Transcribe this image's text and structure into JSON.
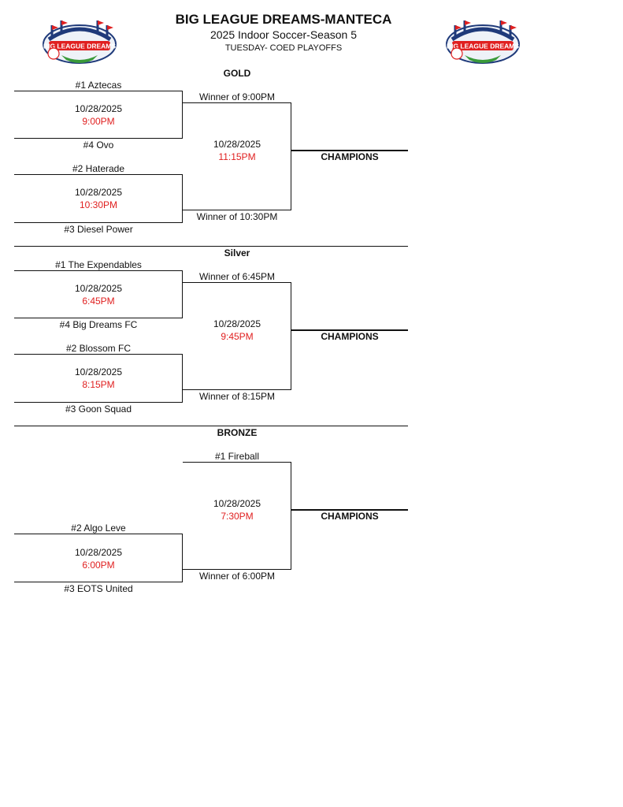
{
  "header": {
    "title": "BIG LEAGUE DREAMS-MANTECA",
    "subtitle": "2025 Indoor Soccer-Season 5",
    "subtitle2": "TUESDAY- COED PLAYOFFS",
    "logo_text": "BIG LEAGUE DREAMS"
  },
  "colors": {
    "red": "#e02020",
    "navy": "#1f3a7a",
    "green": "#3a9a3a"
  },
  "gold": {
    "label": "GOLD",
    "top": {
      "seed_a": "#1 Aztecas",
      "date": "10/28/2025",
      "time": "9:00PM",
      "seed_b": "#4 Ovo"
    },
    "bottom": {
      "seed_a": "#2 Haterade",
      "date": "10/28/2025",
      "time": "10:30PM",
      "seed_b": "#3 Diesel Power"
    },
    "final": {
      "winner_top": "Winner of 9:00PM",
      "date": "10/28/2025",
      "time": "11:15PM",
      "winner_bottom": "Winner of 10:30PM"
    },
    "champions": "CHAMPIONS"
  },
  "silver": {
    "label": "Silver",
    "top": {
      "seed_a": "#1 The Expendables",
      "date": "10/28/2025",
      "time": "6:45PM",
      "seed_b": "#4 Big Dreams FC"
    },
    "bottom": {
      "seed_a": "#2 Blossom FC",
      "date": "10/28/2025",
      "time": "8:15PM",
      "seed_b": "#3 Goon Squad"
    },
    "final": {
      "winner_top": "Winner of 6:45PM",
      "date": "10/28/2025",
      "time": "9:45PM",
      "winner_bottom": "Winner of 8:15PM"
    },
    "champions": "CHAMPIONS"
  },
  "bronze": {
    "label": "BRONZE",
    "bye": "#1 Fireball",
    "bottom": {
      "seed_a": "#2 Algo Leve",
      "date": "10/28/2025",
      "time": "6:00PM",
      "seed_b": "#3 EOTS United"
    },
    "final": {
      "date": "10/28/2025",
      "time": "7:30PM",
      "winner_bottom": "Winner of 6:00PM"
    },
    "champions": "CHAMPIONS"
  }
}
